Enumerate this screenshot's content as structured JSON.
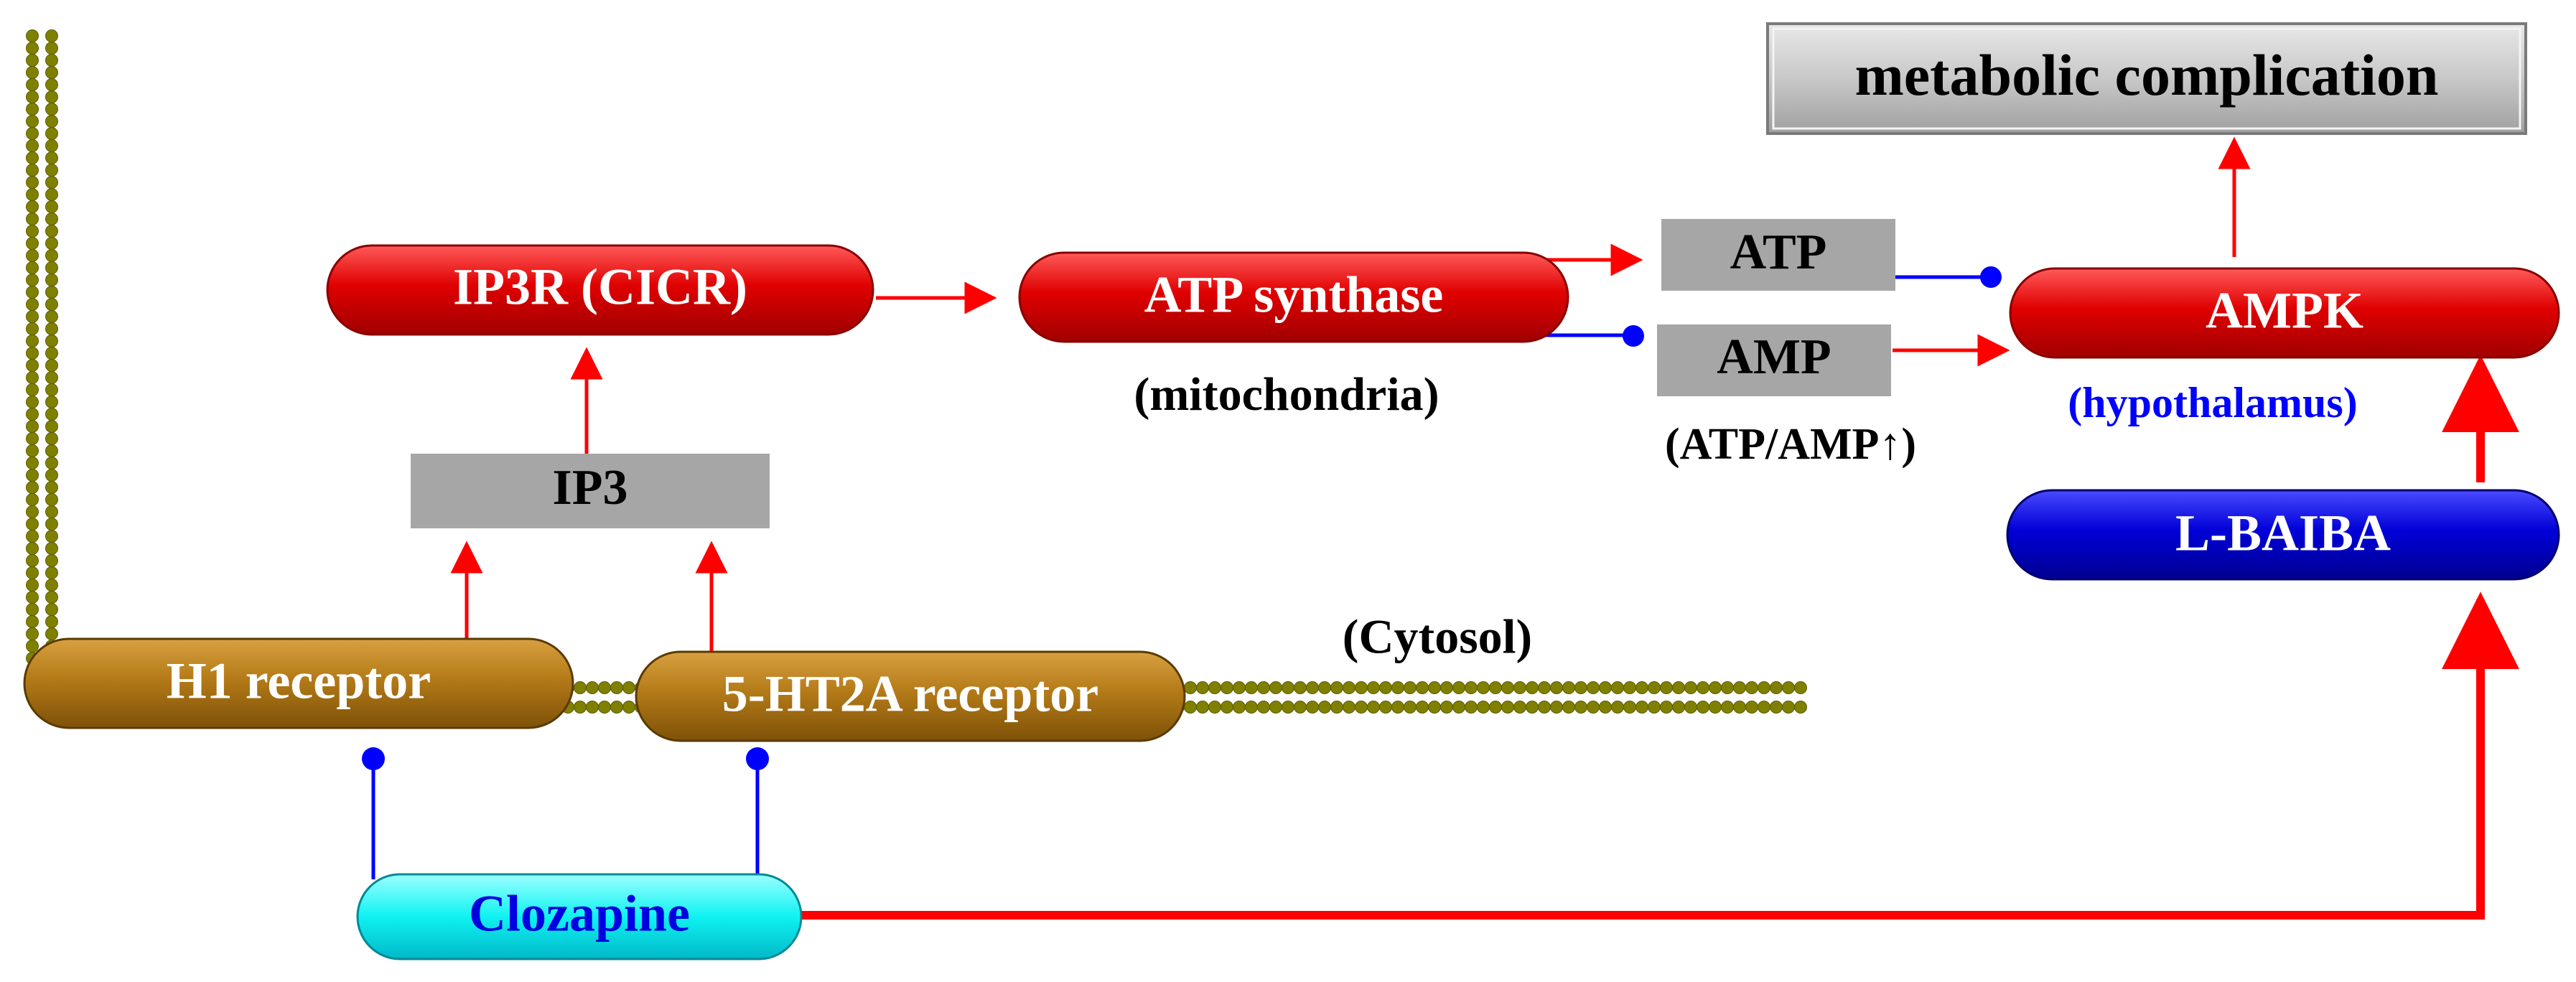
{
  "nodes": {
    "metabolic_complication": "metabolic complication",
    "ip3r": "IP3R (CICR)",
    "atp_synthase": "ATP synthase",
    "mitochondria": "(mitochondria)",
    "atp": "ATP",
    "amp": "AMP",
    "ratio": "(ATP/AMP↑)",
    "ampk": "AMPK",
    "hypothalamus": "(hypothalamus)",
    "ip3": "IP3",
    "l_baiba": "L-BAIBA",
    "cytosol": "(Cytosol)",
    "h1_receptor": "H1 receptor",
    "ht2a_receptor": "5-HT2A receptor",
    "clozapine": "Clozapine"
  },
  "colors": {
    "activation": "#ff0000",
    "inhibition": "#0000ff",
    "membrane": "#808000",
    "red_node": "#d40000",
    "blue_node": "#0000c8",
    "gold_node": "#b07818",
    "cyan_node": "#00f0f0",
    "gray_box": "#a6a6a6"
  }
}
